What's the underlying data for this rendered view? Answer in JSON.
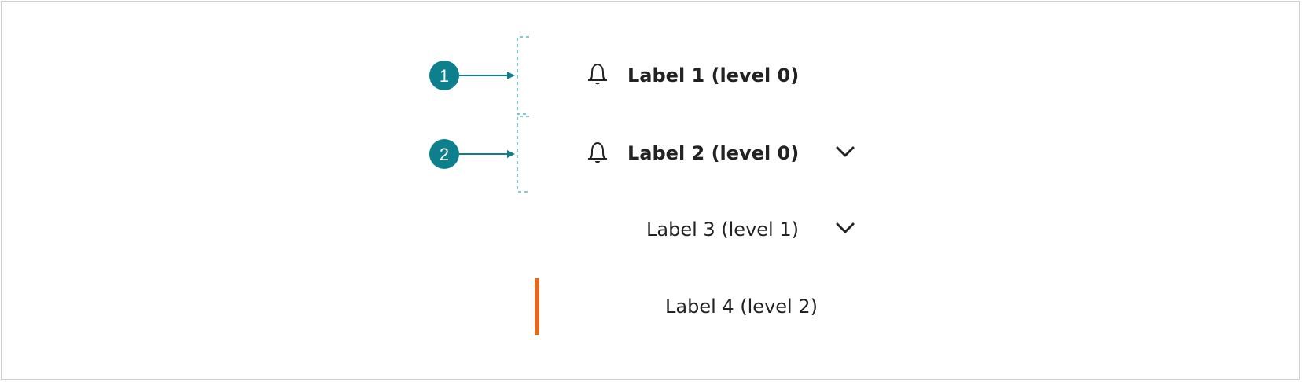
{
  "callouts": [
    {
      "number": "1"
    },
    {
      "number": "2"
    }
  ],
  "nav_items": [
    {
      "label": "Label 1 (level 0)",
      "icon": "bell-icon",
      "expandable": false
    },
    {
      "label": "Label 2 (level 0)",
      "icon": "bell-icon",
      "expandable": true
    },
    {
      "label": "Label 3 (level 1)",
      "expandable": true
    },
    {
      "label": "Label 4 (level 2)",
      "active": true
    }
  ],
  "colors": {
    "callout": "#0e7f8c",
    "active_indicator": "#e06a1f",
    "text": "#222222",
    "border": "#cfcfcf"
  }
}
